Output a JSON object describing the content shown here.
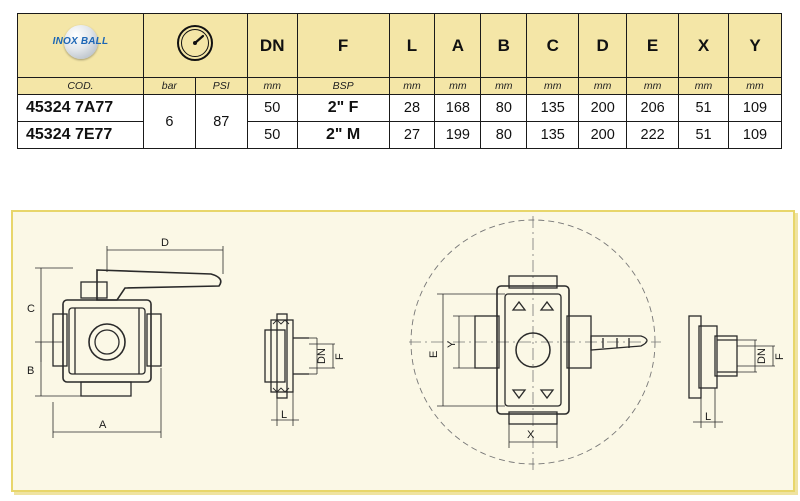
{
  "brand": {
    "logo_text": "INOX BALL"
  },
  "table": {
    "headers": {
      "pressure_icon": "pressure-gauge-icon",
      "dn": "DN",
      "f": "F",
      "l": "L",
      "a": "A",
      "b": "B",
      "c": "C",
      "d": "D",
      "e": "E",
      "x": "X",
      "y": "Y"
    },
    "units": {
      "cod": "COD.",
      "bar": "bar",
      "psi": "PSI",
      "dn": "mm",
      "f": "BSP",
      "l": "mm",
      "a": "mm",
      "b": "mm",
      "c": "mm",
      "d": "mm",
      "e": "mm",
      "x": "mm",
      "y": "mm"
    },
    "pressure": {
      "bar": "6",
      "psi": "87"
    },
    "rows": [
      {
        "code": "45324 7A77",
        "dn": "50",
        "f": "2\" F",
        "l": "28",
        "a": "168",
        "b": "80",
        "c": "135",
        "d": "200",
        "e": "206",
        "x": "51",
        "y": "109"
      },
      {
        "code": "45324 7E77",
        "dn": "50",
        "f": "2\" M",
        "l": "27",
        "a": "199",
        "b": "80",
        "c": "135",
        "d": "200",
        "e": "222",
        "x": "51",
        "y": "109"
      }
    ]
  },
  "drawing": {
    "labels": {
      "a": "A",
      "b": "B",
      "c": "C",
      "d": "D",
      "e": "E",
      "y": "Y",
      "x": "X",
      "l1": "L",
      "l2": "L",
      "dn1": "DN",
      "f1": "F",
      "dn2": "DN",
      "f2": "F"
    }
  },
  "colors": {
    "header_bg": "#f4e6a7",
    "panel_bg": "#fbf8e6",
    "panel_border": "#e8d66b",
    "logo_blue": "#1c66b5"
  }
}
